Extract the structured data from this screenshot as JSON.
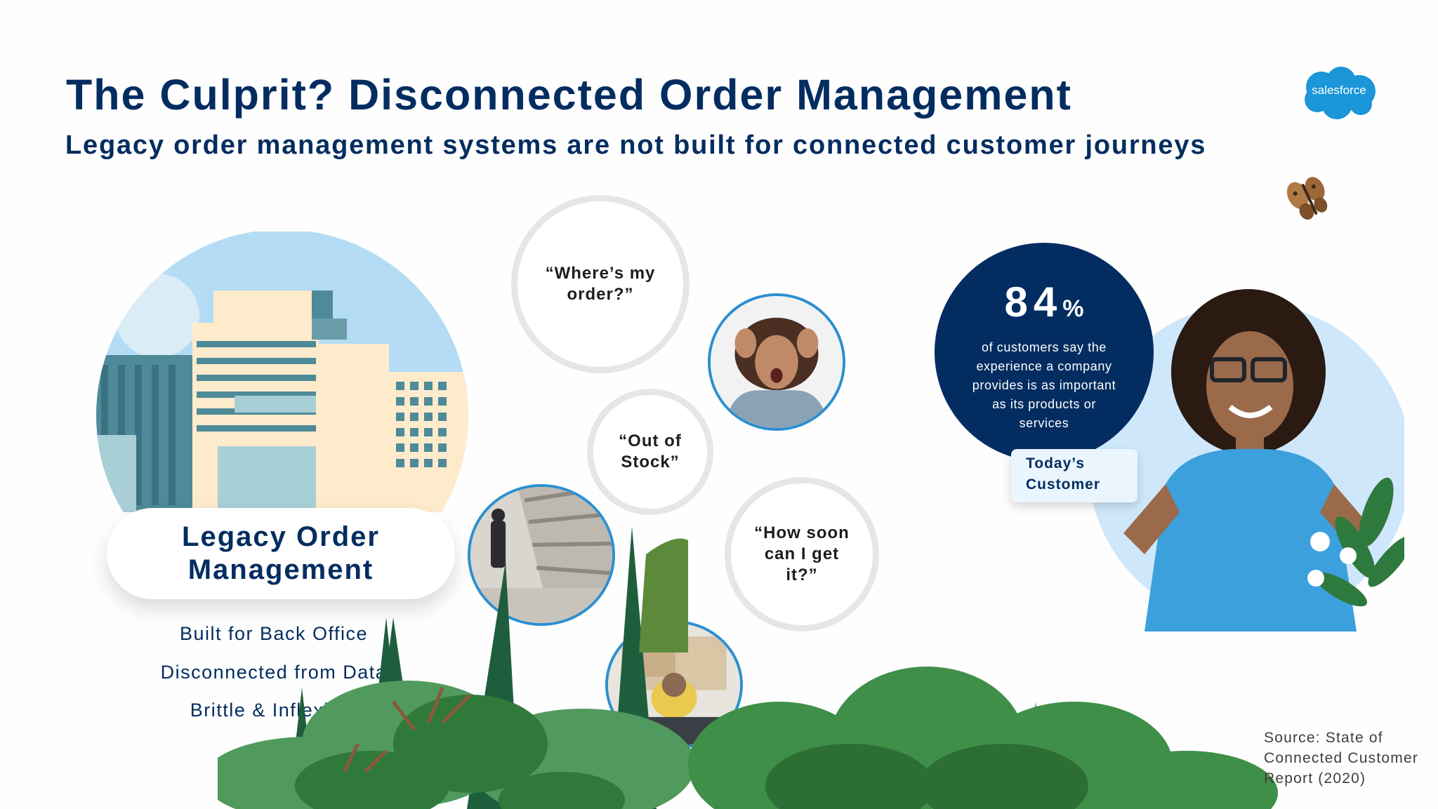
{
  "header": {
    "title": "The Culprit? Disconnected Order Management",
    "subtitle": "Legacy order management systems are not built for connected customer journeys",
    "logo_text": "salesforce"
  },
  "quotes": [
    "“Where’s my\norder?”",
    "“Out of\nStock”",
    "“How soon\ncan I get\nit?”"
  ],
  "legacy": {
    "title": "Legacy Order\nManagement",
    "items": [
      "Built for Back Office",
      "Disconnected from Data",
      "Brittle & Inflexible"
    ]
  },
  "stat": {
    "value": "84",
    "unit": "%",
    "text": "of customers say the\nexperience a company\nprovides is as important\nas its products or services"
  },
  "badge": {
    "label": "Today’s\nCustomer"
  },
  "source": "Source:  State  of\nConnected Customer\nReport  (2020)",
  "colors": {
    "navy": "#032d60",
    "sky": "#b4dcf4",
    "cloud_blue": "#1b96d8",
    "photo_border": "#2c8fd0",
    "ring_gray": "#e6e6e9"
  },
  "icons": [
    "salesforce-cloud-logo",
    "butterfly-icon"
  ]
}
